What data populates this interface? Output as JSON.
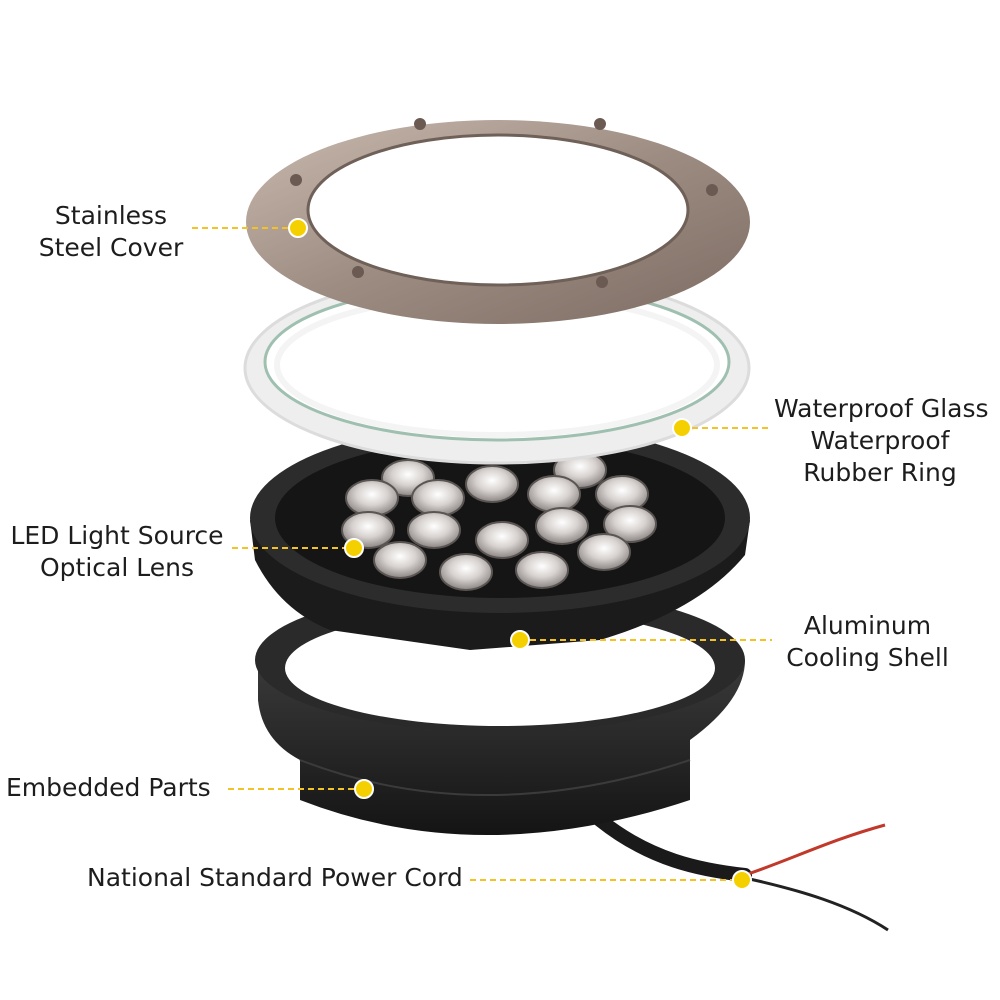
{
  "colors": {
    "leader": "#f2c227",
    "dot": "#f5d000",
    "text": "#1d1d1d",
    "steel": "#a8988e",
    "black_body": "#1e1e1e",
    "rubber": "#e6e6e6",
    "glass_edge": "#9fc0b0",
    "wire_red": "#c0392b",
    "wire_black": "#222222"
  },
  "labels": {
    "stainless_steel_cover": {
      "line1": "Stainless",
      "line2": "Steel Cover"
    },
    "waterproof_glass": "Waterproof Glass",
    "waterproof_rubber_ring": {
      "line1": "Waterproof",
      "line2": "Rubber Ring"
    },
    "led_light_source": "LED Light Source",
    "optical_lens": "Optical Lens",
    "aluminum_cooling_shell": {
      "line1": "Aluminum",
      "line2": "Cooling Shell"
    },
    "embedded_parts": "Embedded Parts",
    "power_cord": "National Standard Power Cord"
  }
}
